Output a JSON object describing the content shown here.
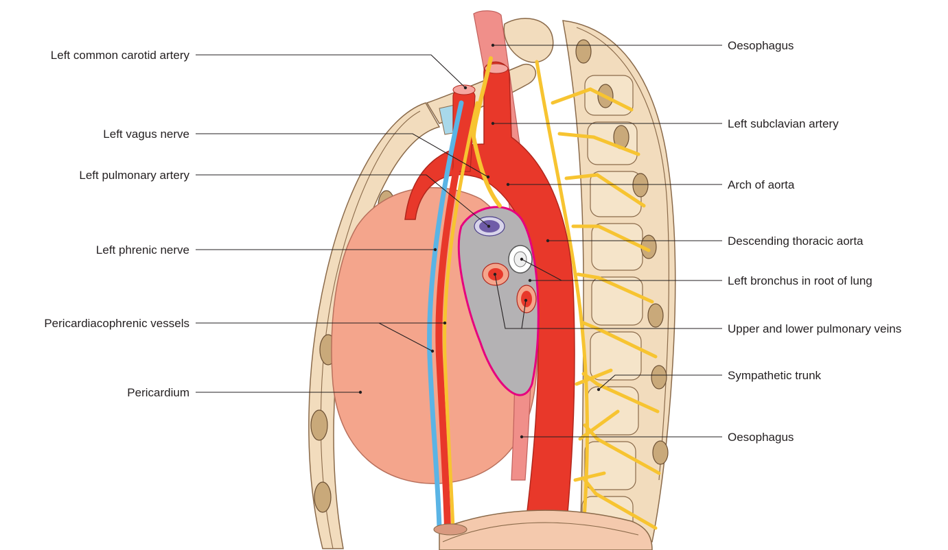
{
  "diagram": {
    "left_labels": [
      "Left common carotid artery",
      "Left vagus nerve",
      "Left pulmonary artery",
      "Left phrenic nerve",
      "Pericardiacophrenic vessels",
      "Pericardium"
    ],
    "right_labels": [
      "Oesophagus",
      "Left subclavian artery",
      "Arch of aorta",
      "Descending thoracic aorta",
      "Left bronchus in root of lung",
      "Upper and lower pulmonary veins",
      "Sympathetic trunk",
      "Oesophagus"
    ],
    "colors": {
      "artery": "#e8382a",
      "vein": "#5ab4e5",
      "nerve": "#f7c431",
      "bone": "#f2dcbd",
      "bone_outline": "#8a6a4a",
      "pericardium": "#f4a58c",
      "oesophagus": "#f08f8a",
      "lung_root": "#b4b2b4",
      "lung_root_border": "#e6007e",
      "pulmonary_artery": "#6f5ca8"
    }
  }
}
